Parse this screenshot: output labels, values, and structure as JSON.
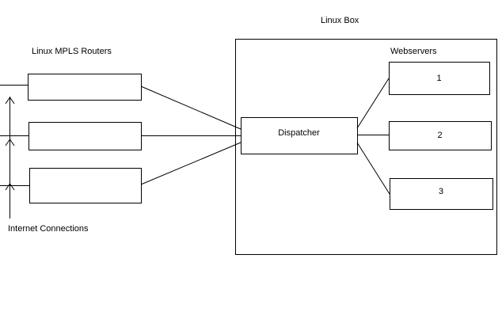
{
  "diagram": {
    "linux_box_label": "Linux Box",
    "routers_label": "Linux MPLS Routers",
    "webservers_label": "Webservers",
    "internet_label": "Internet Connections",
    "dispatcher_label": "Dispatcher",
    "webserver_numbers": [
      "1",
      "2",
      "3"
    ]
  }
}
